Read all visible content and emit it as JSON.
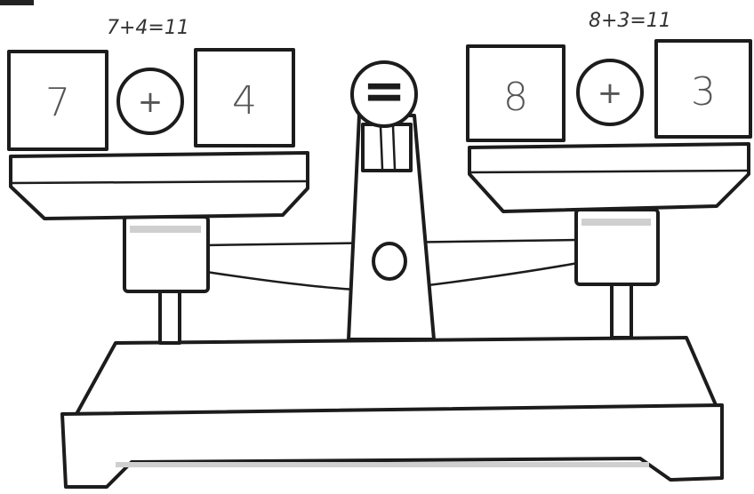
{
  "left": {
    "note": "7+4=11",
    "first": "7",
    "op": "+",
    "second": "4"
  },
  "right": {
    "note": "8+3=11",
    "first": "8",
    "op": "+",
    "second": "3"
  },
  "balance_symbol": "=",
  "colors": {
    "ink": "#1c1c1c",
    "paper": "#ffffff",
    "shade": "#d9d9d9"
  }
}
